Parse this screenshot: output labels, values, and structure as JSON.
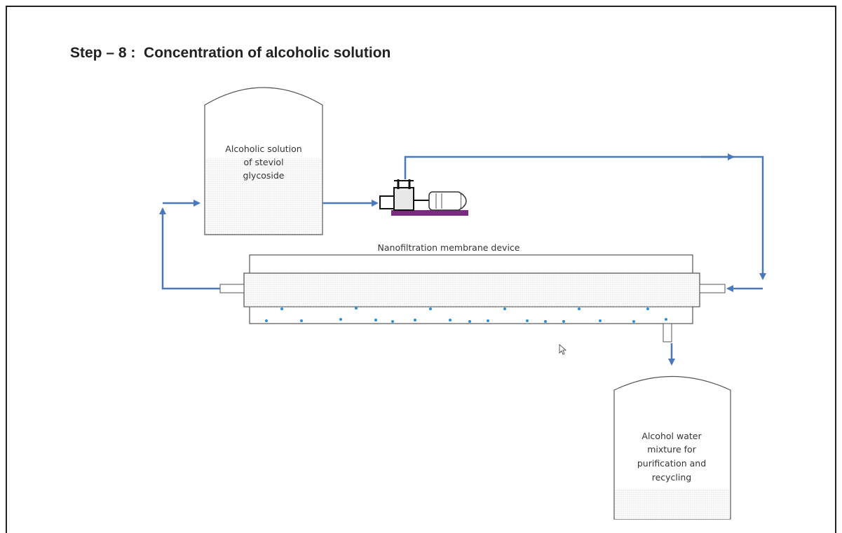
{
  "title": "Step – 8 :  Concentration of alcoholic solution",
  "feed_tank": {
    "label_lines": [
      "Alcoholic solution",
      "of steviol",
      "glycoside"
    ]
  },
  "membrane": {
    "label": "Nanofiltration membrane device"
  },
  "product_tank": {
    "label_lines": [
      "Alcohol water",
      "mixture for",
      "purification and",
      "recycling"
    ]
  },
  "icons": [
    "pump-icon",
    "motor-icon",
    "mouse-cursor-icon"
  ],
  "colors": {
    "flow_line": "#4a78b8",
    "permeate_drop": "#2f8fd0",
    "pump_base": "#7a2a80",
    "outline": "#555555"
  }
}
